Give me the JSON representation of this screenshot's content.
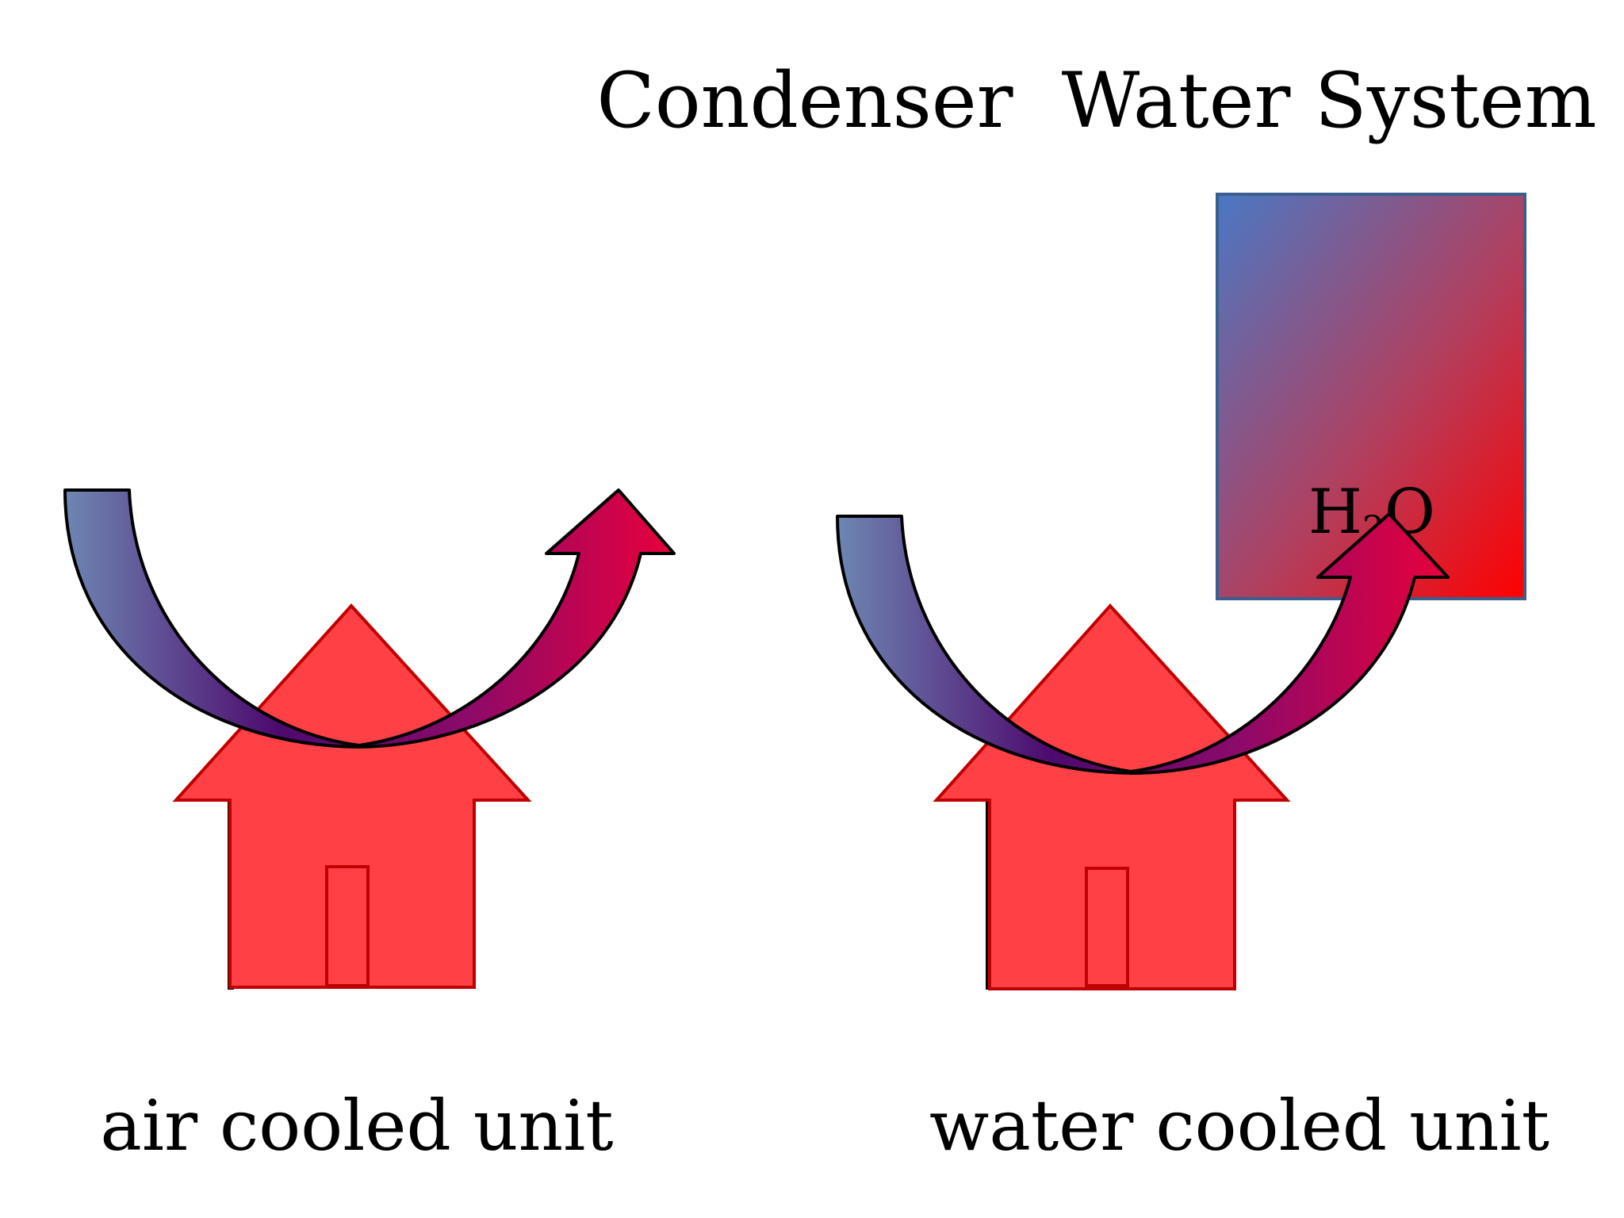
{
  "title": "Condenser  Water System",
  "tank": {
    "label_main": "H",
    "label_sub": "2",
    "label_end": "O"
  },
  "units": [
    {
      "label": "air cooled unit"
    },
    {
      "label": "water cooled unit"
    }
  ],
  "colors": {
    "house_fill": "#ff4146",
    "house_stroke": "#c00000",
    "arrow_start": "#6e86b2",
    "arrow_mid": "#4d0a6e",
    "arrow_end": "#e8003c",
    "tank_top_left": "#4a78c4",
    "tank_bottom_right": "#ff0000",
    "tank_border": "#3a5f8f"
  }
}
